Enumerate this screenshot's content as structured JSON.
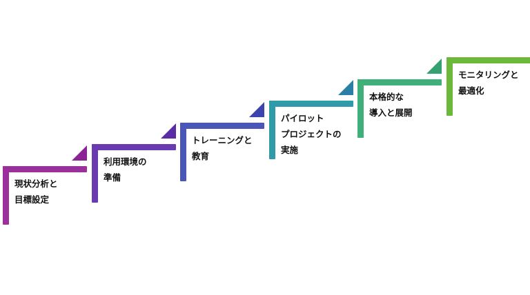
{
  "steps": [
    {
      "line1": "現状分析と",
      "line2": "目標設定",
      "color": "#9b2f9c",
      "arrow_color": "#8a2393"
    },
    {
      "line1": "利用環境の",
      "line2": "準備",
      "color": "#6a3bb0",
      "arrow_color": "#5a2ca6"
    },
    {
      "line1": "トレーニングと",
      "line2": "教育",
      "color": "#4a57b8",
      "arrow_color": "#3b45ad"
    },
    {
      "line1": "パイロット",
      "line2": "プロジェクトの",
      "line3": "実施",
      "color": "#2f9aa8",
      "arrow_color": "#2b7fa6"
    },
    {
      "line1": "本格的な",
      "line2": "導入と展開",
      "color": "#3fb07a",
      "arrow_color": "#35a070"
    },
    {
      "line1": "モニタリングと",
      "line2": "最適化",
      "color": "#6cb83a",
      "arrow_color": "#5aab32"
    }
  ]
}
